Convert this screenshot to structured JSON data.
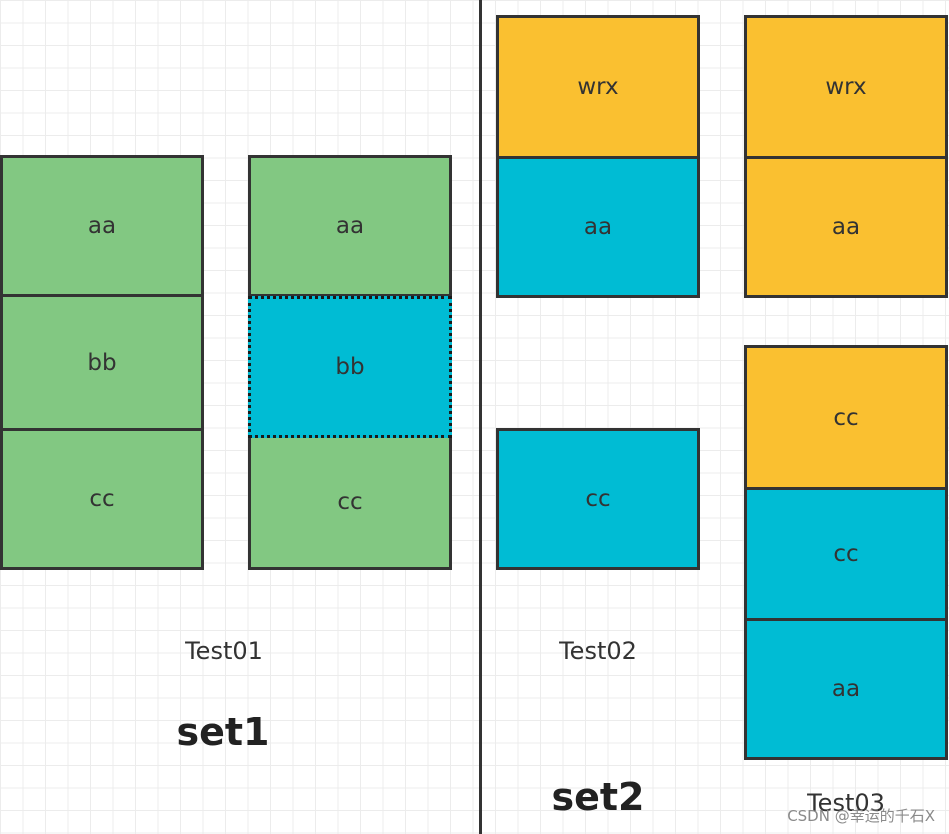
{
  "test01": {
    "caption": "Test01",
    "left_column": [
      "aa",
      "bb",
      "cc"
    ],
    "right_column": [
      "aa",
      "bb",
      "cc"
    ]
  },
  "test02": {
    "caption": "Test02",
    "top_group": [
      "wrx",
      "aa"
    ],
    "bottom_group": [
      "cc"
    ]
  },
  "test03": {
    "caption": "Test03",
    "top_group": [
      "wrx",
      "aa"
    ],
    "bottom_group": [
      "cc",
      "cc",
      "aa"
    ]
  },
  "sets": {
    "set1": "set1",
    "set2": "set2"
  },
  "watermark": "CSDN @幸运的千石X",
  "colors": {
    "green": "#82c882",
    "blue": "#00bcd4",
    "yellow": "#fac030",
    "border": "#333333"
  }
}
